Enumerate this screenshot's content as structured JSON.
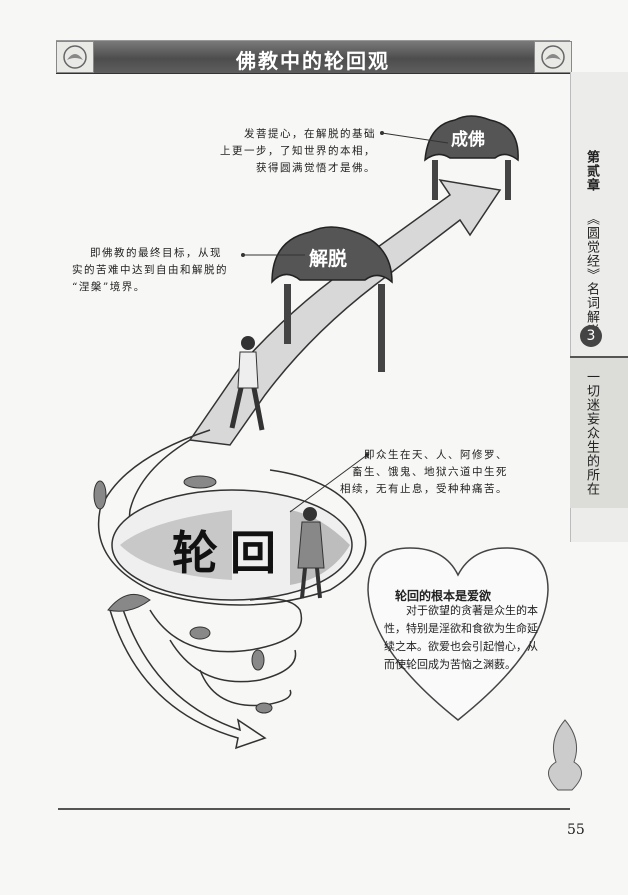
{
  "header": {
    "title": "佛教中的轮回观"
  },
  "sidebar": {
    "chapter": "第贰章",
    "subtitle": "《圆觉经》名词解说",
    "number": "3",
    "section": "一切迷妄众生的所在"
  },
  "diagram": {
    "arch_top_label": "成佛",
    "arch_middle_label": "解脱",
    "ring_label": "轮回",
    "caption_buddha": [
      "发菩提心，在解脱的基础",
      "上更一步，了知世界的本相，",
      "获得圆满觉悟才是佛。"
    ],
    "caption_liberation": [
      "即佛教的最终目标，从现",
      "实的苦难中达到自由和解脱的",
      "“涅槃”境界。"
    ],
    "caption_samsara": [
      "即众生在天、人、阿修罗、",
      "畜生、饿鬼、地狱六道中生死",
      "相续，无有止息，受种种痛苦。"
    ]
  },
  "heart": {
    "title": "轮回的根本是爱欲",
    "body": "对于欲望的贪著是众生的本性，特别是淫欲和食欲为生命延续之本。欲爱也会引起憎心，从而使轮回成为苦恼之渊薮。"
  },
  "footer": {
    "page_number": "55"
  }
}
